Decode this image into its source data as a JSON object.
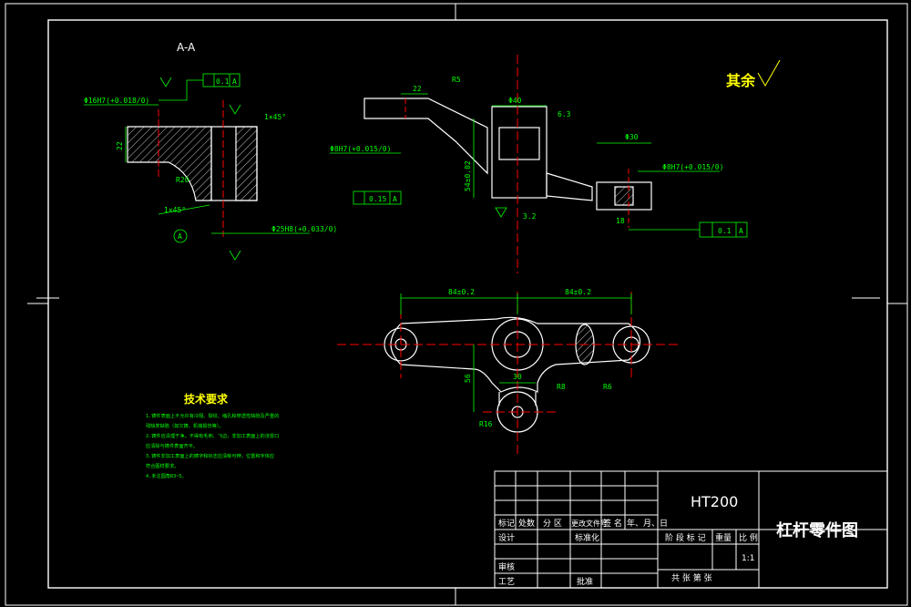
{
  "section_label": "A-A",
  "roughness_rest": "其余",
  "material": "HT200",
  "drawing_title": "杠杆零件图",
  "scale_value": "1:1",
  "tech_requirements": {
    "title": "技术要求",
    "lines": [
      "1.铸件表面上不允许有冷隔、裂纹、缩孔和穿透性缺陷及严重的",
      "残缺类缺陷（如欠铸、机械损伤等）。",
      "2.铸件应清理干净，不得有毛刺、飞边，非加工表面上的浇冒口",
      "应清除与铸件表面齐平。",
      "3.铸件非加工表面上的铸字和标志应清晰可辨，位置和字体应",
      "符合图样要求。",
      "4.未注圆角R3~5。"
    ]
  },
  "title_block": {
    "row_headers": [
      "标记",
      "处数",
      "分 区",
      "更改文件号",
      "签 名",
      "年、月、日"
    ],
    "design": "设计",
    "standardize": "标准化",
    "review": "审核",
    "process": "工艺",
    "approve": "批准",
    "stage_mark": "阶 段 标 记",
    "weight": "重量",
    "scale": "比 例",
    "sheets": "共   张 第   张"
  },
  "dims": {
    "left_hole": "Φ16H7(+0.018/0)",
    "left_depth": "22",
    "left_bottom_dia": "Φ25H8(+0.033/0)",
    "chamfer_top": "1×45°",
    "chamfer_bottom": "1×45°",
    "left_radius": "R20",
    "left_tol": "0.1",
    "datum": "A",
    "top_width": "22",
    "top_r": "R5",
    "top_dia": "Φ40",
    "rough_1": "6.3",
    "rough_2": "3.2",
    "left_dia2": "Φ8H7(+0.015/0)",
    "center_height": "54±0.02",
    "right_width": "Φ30",
    "right_dia": "Φ8H7(+0.015/0)",
    "right_len": "18",
    "right_tol": "0.1",
    "mid_tol": "0.15",
    "plan_left": "84±0.2",
    "plan_right": "84±0.2",
    "plan_v": "56",
    "plan_mid": "30",
    "plan_r_left": "R16",
    "plan_r_bottom": "R8",
    "plan_r_right": "R6"
  }
}
